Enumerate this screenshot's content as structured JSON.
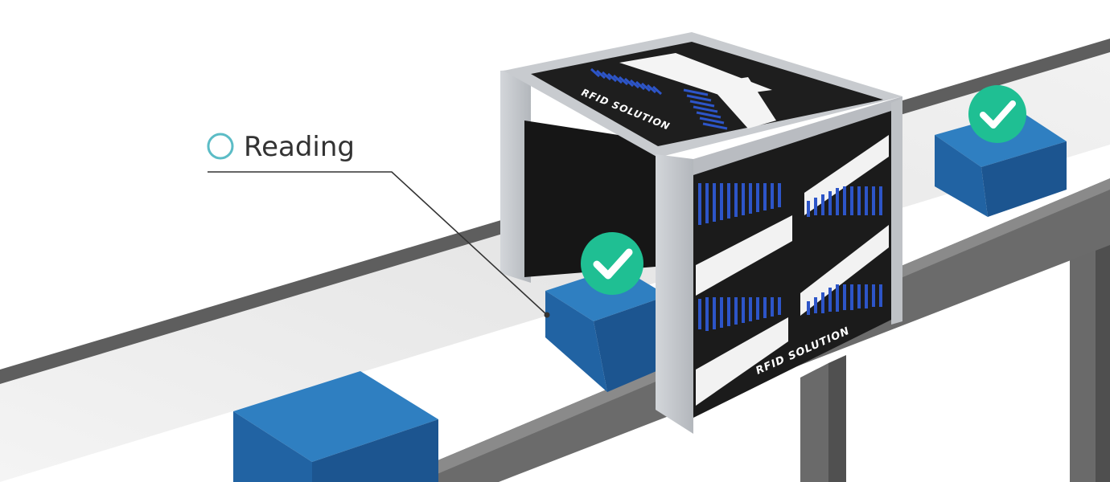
{
  "callout": {
    "label": "Reading",
    "circle_color": "#5bbcc6"
  },
  "gate": {
    "brand_top": "RFID SOLUTION",
    "brand_side": "RFID SOLUTION"
  },
  "colors": {
    "box_top": "#2f7fc1",
    "box_front": "#2163a3",
    "box_side": "#1c5590",
    "check_bg": "#1fbf93",
    "belt_surface": "#ececec",
    "belt_edge": "#5e5e5e",
    "frame": "#c5c8cc",
    "panel": "#1b1b1b",
    "stripe_blue": "#2d55c8"
  },
  "icons": {
    "status": "check-icon",
    "marker": "circle-outline-icon"
  }
}
